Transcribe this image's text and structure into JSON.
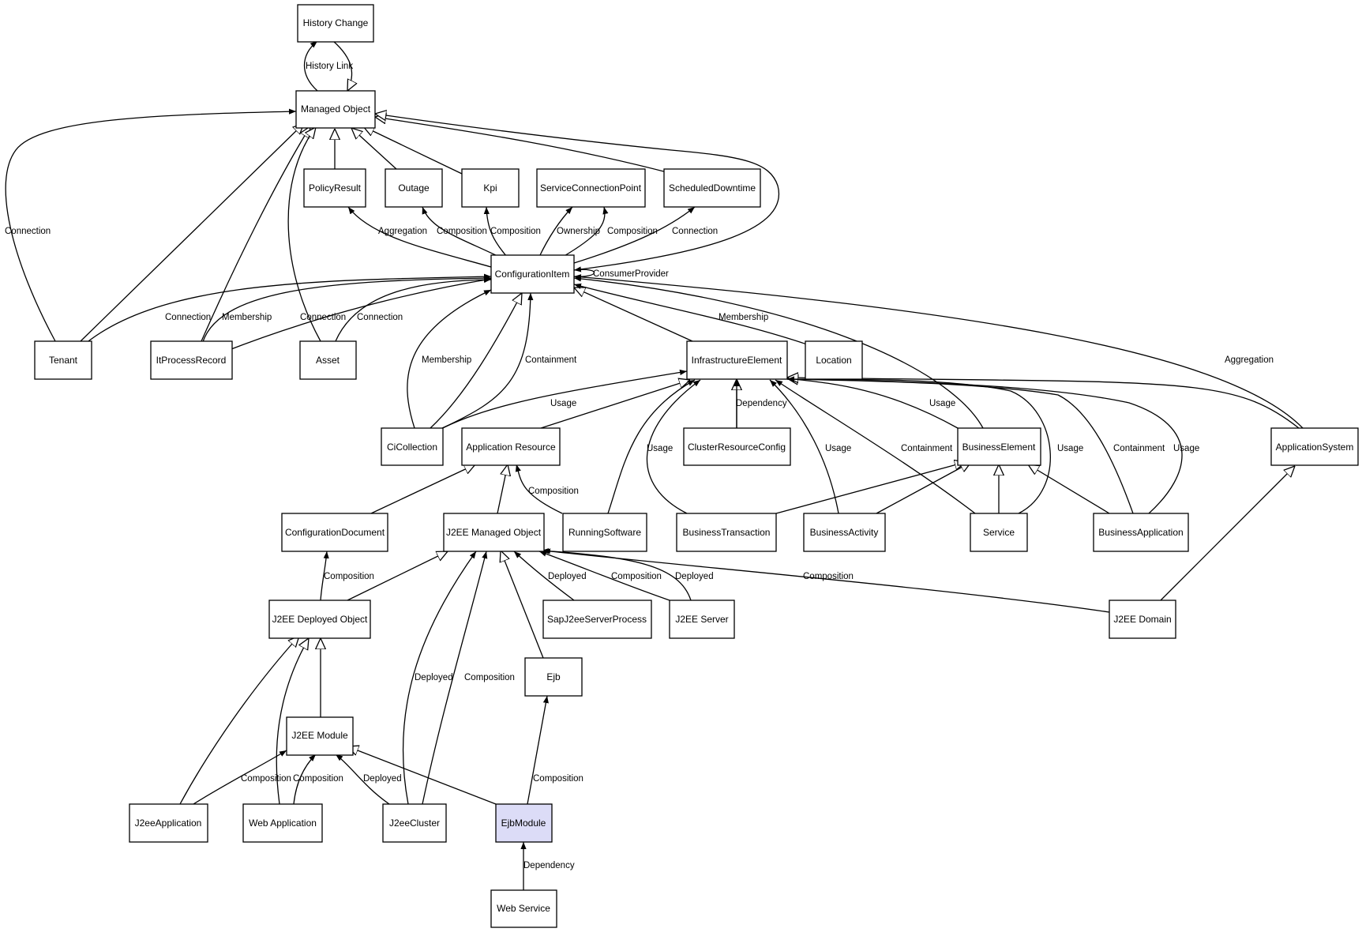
{
  "diagram": {
    "nodes": [
      {
        "id": "history_change",
        "label": "History Change"
      },
      {
        "id": "managed_object",
        "label": "Managed Object"
      },
      {
        "id": "policy_result",
        "label": "PolicyResult"
      },
      {
        "id": "outage",
        "label": "Outage"
      },
      {
        "id": "kpi",
        "label": "Kpi"
      },
      {
        "id": "service_connection_point",
        "label": "ServiceConnectionPoint"
      },
      {
        "id": "scheduled_downtime",
        "label": "ScheduledDowntime"
      },
      {
        "id": "configuration_item",
        "label": "ConfigurationItem"
      },
      {
        "id": "tenant",
        "label": "Tenant"
      },
      {
        "id": "it_process_record",
        "label": "ItProcessRecord"
      },
      {
        "id": "asset",
        "label": "Asset"
      },
      {
        "id": "infrastructure_element",
        "label": "InfrastructureElement"
      },
      {
        "id": "location",
        "label": "Location"
      },
      {
        "id": "ci_collection",
        "label": "CiCollection"
      },
      {
        "id": "application_resource",
        "label": "Application Resource"
      },
      {
        "id": "cluster_resource_config",
        "label": "ClusterResourceConfig"
      },
      {
        "id": "business_element",
        "label": "BusinessElement"
      },
      {
        "id": "application_system",
        "label": "ApplicationSystem"
      },
      {
        "id": "configuration_document",
        "label": "ConfigurationDocument"
      },
      {
        "id": "j2ee_managed_object",
        "label": "J2EE Managed Object"
      },
      {
        "id": "running_software",
        "label": "RunningSoftware"
      },
      {
        "id": "business_transaction",
        "label": "BusinessTransaction"
      },
      {
        "id": "business_activity",
        "label": "BusinessActivity"
      },
      {
        "id": "service",
        "label": "Service"
      },
      {
        "id": "business_application",
        "label": "BusinessApplication"
      },
      {
        "id": "j2ee_deployed_object",
        "label": "J2EE Deployed Object"
      },
      {
        "id": "sap_j2ee_server_process",
        "label": "SapJ2eeServerProcess"
      },
      {
        "id": "j2ee_server",
        "label": "J2EE Server"
      },
      {
        "id": "j2ee_domain",
        "label": "J2EE Domain"
      },
      {
        "id": "ejb",
        "label": "Ejb"
      },
      {
        "id": "j2ee_module",
        "label": "J2EE Module"
      },
      {
        "id": "j2ee_application",
        "label": "J2eeApplication"
      },
      {
        "id": "web_application",
        "label": "Web Application"
      },
      {
        "id": "j2ee_cluster",
        "label": "J2eeCluster"
      },
      {
        "id": "ejb_module",
        "label": "EjbModule",
        "highlighted": true
      },
      {
        "id": "web_service",
        "label": "Web Service"
      }
    ],
    "edges": [
      {
        "id": "e1",
        "label": "History Link"
      },
      {
        "id": "e2",
        "label": "Connection"
      },
      {
        "id": "e3",
        "label": "Aggregation"
      },
      {
        "id": "e4",
        "label": "Composition"
      },
      {
        "id": "e5",
        "label": "Composition"
      },
      {
        "id": "e6",
        "label": "Ownership"
      },
      {
        "id": "e7",
        "label": "Composition"
      },
      {
        "id": "e8",
        "label": "Connection"
      },
      {
        "id": "e9",
        "label": "ConsumerProvider"
      },
      {
        "id": "e10",
        "label": "Connection"
      },
      {
        "id": "e11",
        "label": "Membership"
      },
      {
        "id": "e12",
        "label": "Connection"
      },
      {
        "id": "e13",
        "label": "Connection"
      },
      {
        "id": "e14",
        "label": "Membership"
      },
      {
        "id": "e15",
        "label": "Membership"
      },
      {
        "id": "e16",
        "label": "Containment"
      },
      {
        "id": "e17",
        "label": "Aggregation"
      },
      {
        "id": "e18",
        "label": "Usage"
      },
      {
        "id": "e19",
        "label": "Dependency"
      },
      {
        "id": "e20",
        "label": "Usage"
      },
      {
        "id": "e21",
        "label": "Usage"
      },
      {
        "id": "e22",
        "label": "Usage"
      },
      {
        "id": "e23",
        "label": "Containment"
      },
      {
        "id": "e24",
        "label": "Usage"
      },
      {
        "id": "e25",
        "label": "Containment"
      },
      {
        "id": "e26",
        "label": "Usage"
      },
      {
        "id": "e27",
        "label": "Composition"
      },
      {
        "id": "e28",
        "label": "Composition"
      },
      {
        "id": "e29",
        "label": "Deployed"
      },
      {
        "id": "e30",
        "label": "Composition"
      },
      {
        "id": "e31",
        "label": "Deployed"
      },
      {
        "id": "e32",
        "label": "Composition"
      },
      {
        "id": "e33",
        "label": "Deployed"
      },
      {
        "id": "e34",
        "label": "Composition"
      },
      {
        "id": "e35",
        "label": "Composition"
      },
      {
        "id": "e36",
        "label": "Composition"
      },
      {
        "id": "e37",
        "label": "Composition"
      },
      {
        "id": "e38",
        "label": "Deployed"
      },
      {
        "id": "e39",
        "label": "Dependency"
      }
    ]
  }
}
